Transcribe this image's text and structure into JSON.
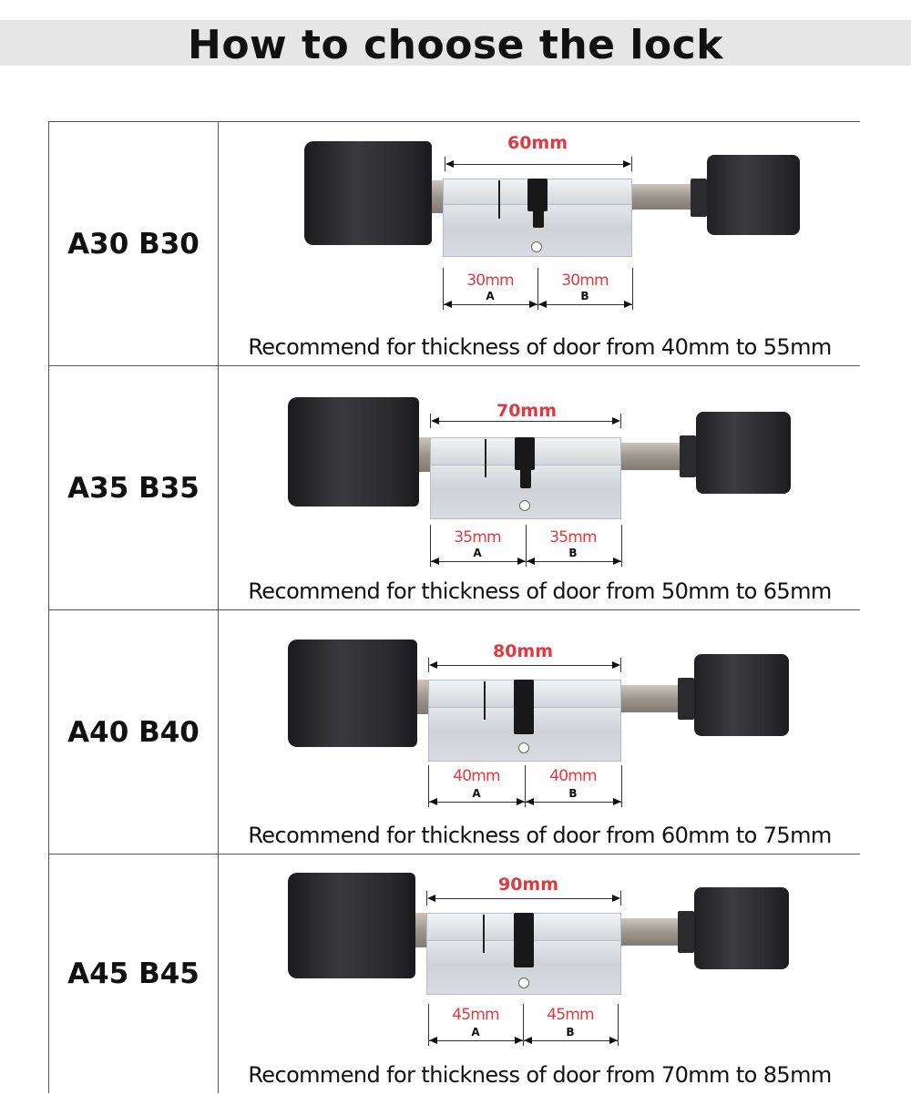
{
  "page_title": "How to choose the lock",
  "rows": [
    {
      "model": "A30 B30",
      "total": "60mm",
      "a": "30mm",
      "b": "30mm",
      "a_letter": "A",
      "b_letter": "B",
      "caption": "Recommend for thickness of door from 40mm to 55mm"
    },
    {
      "model": "A35 B35",
      "total": "70mm",
      "a": "35mm",
      "b": "35mm",
      "a_letter": "A",
      "b_letter": "B",
      "caption": "Recommend for thickness of door from 50mm to 65mm"
    },
    {
      "model": "A40 B40",
      "total": "80mm",
      "a": "40mm",
      "b": "40mm",
      "a_letter": "A",
      "b_letter": "B",
      "caption": "Recommend for thickness of door from 60mm to 75mm"
    },
    {
      "model": "A45 B45",
      "total": "90mm",
      "a": "45mm",
      "b": "45mm",
      "a_letter": "A",
      "b_letter": "B",
      "caption": "Recommend for thickness of door from 70mm to 85mm"
    }
  ],
  "colors": {
    "dimension_text": "#e0393f",
    "knob": "#2b2b2e",
    "cylinder_body": "#d4d7dc",
    "grid_lines": "#555555"
  },
  "icons": [
    "lock-cylinder-icon"
  ]
}
